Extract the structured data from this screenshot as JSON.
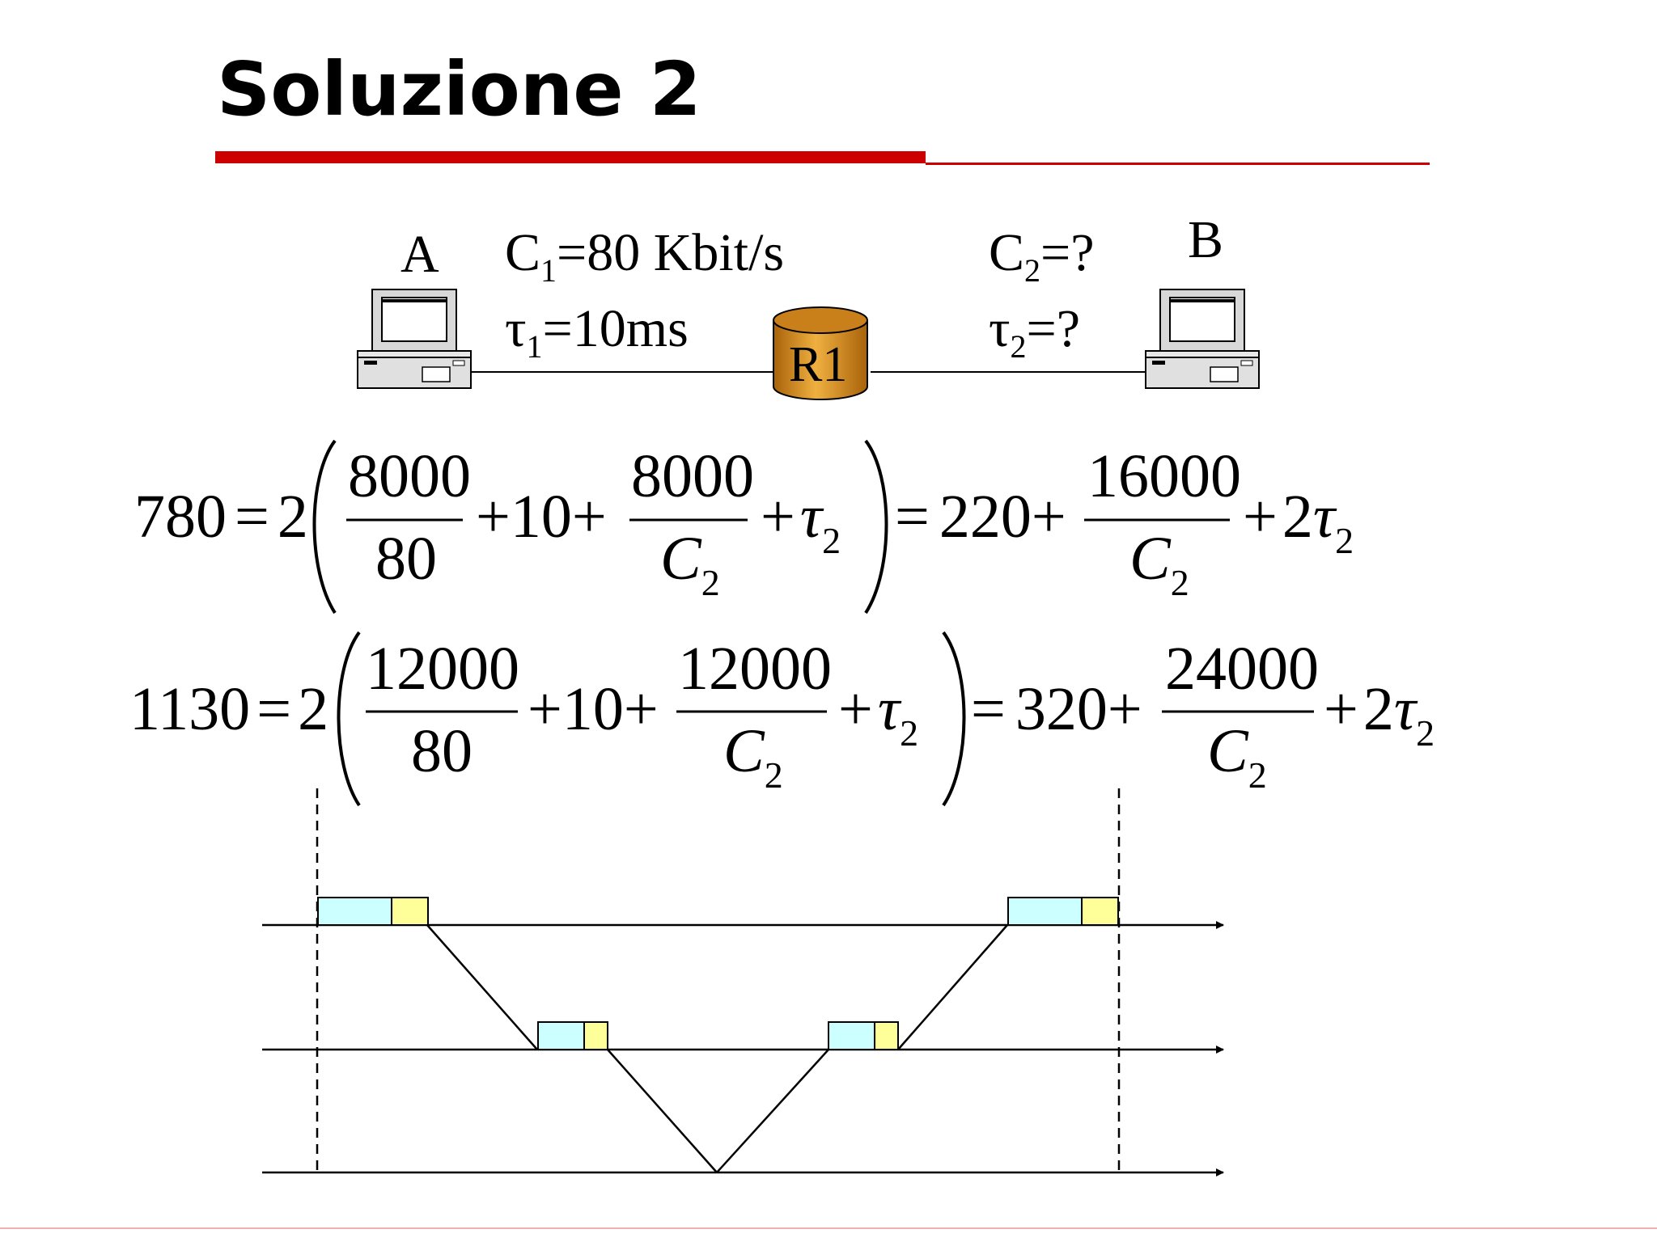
{
  "slide": {
    "title": "Soluzione 2",
    "accent_color": "#cc0000"
  },
  "network": {
    "host_a": {
      "label": "A",
      "icon": "computer-icon"
    },
    "host_b": {
      "label": "B",
      "icon": "computer-icon"
    },
    "router": {
      "label": "R1",
      "icon": "router-cylinder-icon",
      "color": "#d9901a"
    },
    "link1": {
      "c_base": "C",
      "c_sub": "1",
      "c_value": "=80 Kbit/s",
      "t_base": "τ",
      "t_sub": "1",
      "t_value": "=10ms"
    },
    "link2": {
      "c_base": "C",
      "c_sub": "2",
      "c_value": "=?",
      "t_base": "τ",
      "t_sub": "2",
      "t_value": "=?"
    }
  },
  "equations": {
    "eq1": {
      "lhs": "780",
      "eq": "=",
      "coef": "2",
      "f1_num": "8000",
      "f1_den": "80",
      "plus_ten": "+10+",
      "f2_num": "8000",
      "f2_den_base": "C",
      "f2_den_sub": "2",
      "plus": "+",
      "tau": "τ",
      "tau_sub": "2",
      "rhs_eq": "=",
      "rhs_const": "220",
      "rhs_plus": "+",
      "f3_num": "16000",
      "f3_den_base": "C",
      "f3_den_sub": "2",
      "rhs_tail_plus": "+",
      "rhs_tail_coef": "2",
      "rhs_tau": "τ",
      "rhs_tau_sub": "2"
    },
    "eq2": {
      "lhs": "1130",
      "eq": "=",
      "coef": "2",
      "f1_num": "12000",
      "f1_den": "80",
      "plus_ten": "+10+",
      "f2_num": "12000",
      "f2_den_base": "C",
      "f2_den_sub": "2",
      "plus": "+",
      "tau": "τ",
      "tau_sub": "2",
      "rhs_eq": "=",
      "rhs_const": "320",
      "rhs_plus": "+",
      "f3_num": "24000",
      "f3_den_base": "C",
      "f3_den_sub": "2",
      "rhs_tail_plus": "+",
      "rhs_tail_coef": "2",
      "rhs_tau": "τ",
      "rhs_tau_sub": "2"
    }
  },
  "timing_diagram": {
    "timelines": 3,
    "packet_colors": {
      "data": "#ccffff",
      "header": "#ffff99"
    }
  }
}
